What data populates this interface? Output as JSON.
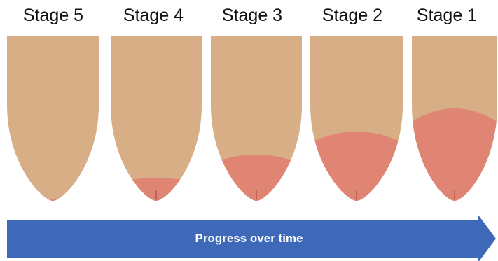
{
  "stages": [
    {
      "label": "Stage 5",
      "exposed": 0.02
    },
    {
      "label": "Stage 4",
      "exposed": 0.25
    },
    {
      "label": "Stage 3",
      "exposed": 0.5
    },
    {
      "label": "Stage 2",
      "exposed": 0.75
    },
    {
      "label": "Stage 1",
      "exposed": 1.0
    }
  ],
  "arrow": {
    "label": "Progress over time"
  },
  "colors": {
    "skin": "#d7ae85",
    "glans": "#e08474",
    "arrow": "#3d69b8",
    "meatus": "#b25a4a"
  }
}
